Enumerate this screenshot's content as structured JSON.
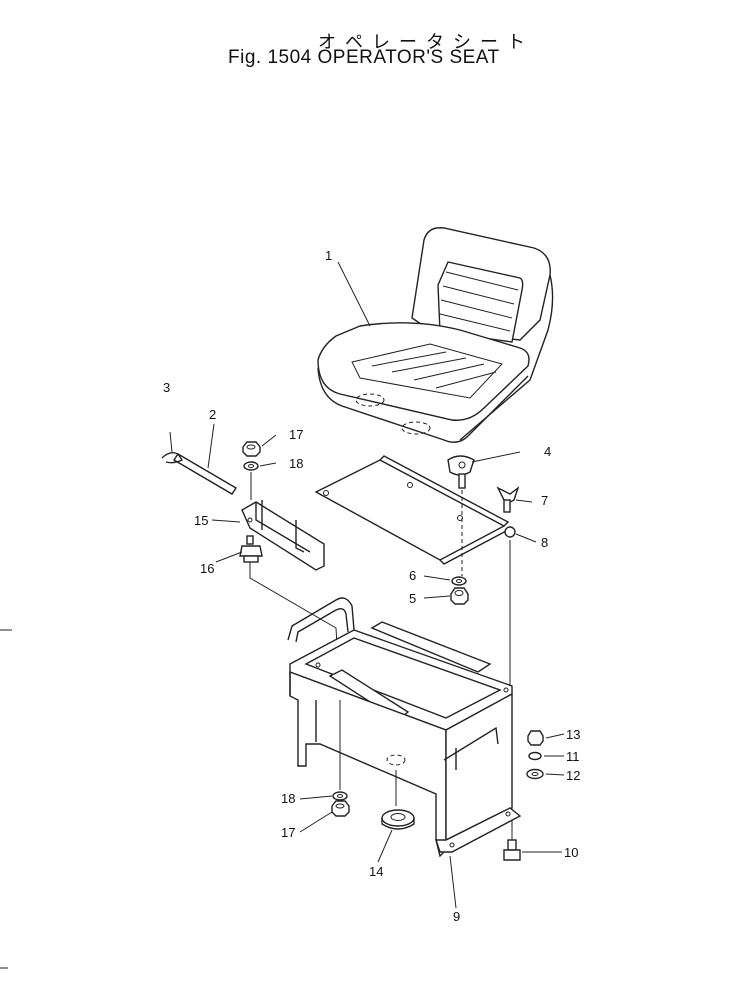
{
  "title": {
    "japanese": "オペレータシート",
    "english": "Fig. 1504 OPERATOR'S SEAT"
  },
  "callouts": [
    "1",
    "2",
    "3",
    "4",
    "5",
    "6",
    "7",
    "8",
    "9",
    "10",
    "11",
    "12",
    "13",
    "14",
    "15",
    "16",
    "17",
    "18",
    "18",
    "17"
  ]
}
